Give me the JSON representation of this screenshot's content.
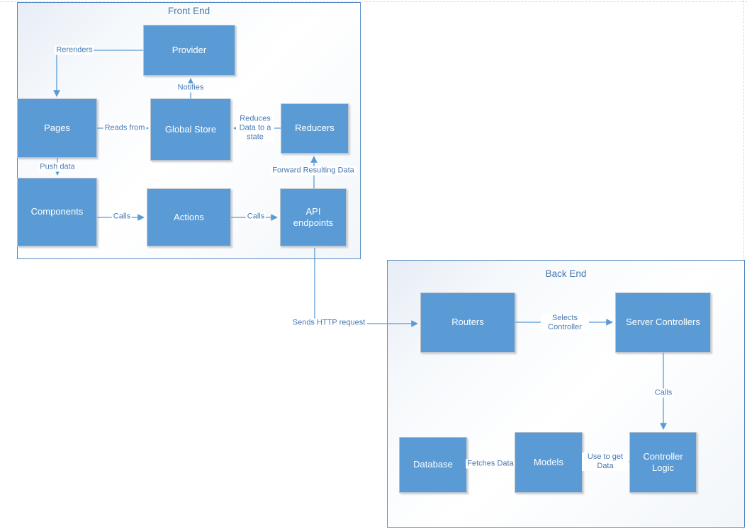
{
  "diagram": {
    "colors": {
      "node_fill": "#5b9bd5",
      "node_text": "#ffffff",
      "edge_line": "#5b9bd5",
      "edge_label_text": "#4778b3",
      "container_border": "#5488c1",
      "container_title_text": "#4a79ab",
      "page_guide_line": "#d8d8d8"
    },
    "containers": [
      {
        "id": "front-end",
        "title": "Front End"
      },
      {
        "id": "back-end",
        "title": "Back End"
      }
    ],
    "nodes": [
      {
        "id": "provider",
        "label": "Provider"
      },
      {
        "id": "pages",
        "label": "Pages"
      },
      {
        "id": "global-store",
        "label": "Global Store"
      },
      {
        "id": "reducers",
        "label": "Reducers"
      },
      {
        "id": "components",
        "label": "Components"
      },
      {
        "id": "actions",
        "label": "Actions"
      },
      {
        "id": "api-endpoints",
        "label": "API endpoints"
      },
      {
        "id": "routers",
        "label": "Routers"
      },
      {
        "id": "server-controllers",
        "label": "Server Controllers"
      },
      {
        "id": "controller-logic",
        "label": "Controller Logic"
      },
      {
        "id": "models",
        "label": "Models"
      },
      {
        "id": "database",
        "label": "Database"
      }
    ],
    "edges": [
      {
        "id": "rerenders",
        "label": "Rerenders",
        "from": "provider",
        "to": "pages"
      },
      {
        "id": "notifies",
        "label": "Notifies",
        "from": "global-store",
        "to": "provider"
      },
      {
        "id": "reads-from",
        "label": "Reads from",
        "from": "pages",
        "to": "global-store"
      },
      {
        "id": "reduces-data-to-a-state",
        "label": "Reduces Data to a state",
        "from": "reducers",
        "to": "global-store"
      },
      {
        "id": "push-data",
        "label": "Push data",
        "from": "pages",
        "to": "components"
      },
      {
        "id": "calls-components-actions",
        "label": "Calls",
        "from": "components",
        "to": "actions"
      },
      {
        "id": "calls-actions-api",
        "label": "Calls",
        "from": "actions",
        "to": "api-endpoints"
      },
      {
        "id": "forward-resulting-data",
        "label": "Forward Resulting Data",
        "from": "api-endpoints",
        "to": "reducers"
      },
      {
        "id": "sends-http-request",
        "label": "Sends HTTP request",
        "from": "api-endpoints",
        "to": "routers"
      },
      {
        "id": "selects-controller",
        "label": "Selects Controller",
        "from": "routers",
        "to": "server-controllers"
      },
      {
        "id": "calls-controller-logic",
        "label": "Calls",
        "from": "server-controllers",
        "to": "controller-logic"
      },
      {
        "id": "use-to-get-data",
        "label": "Use to get Data",
        "from": "controller-logic",
        "to": "models"
      },
      {
        "id": "fetches-data",
        "label": "Fetches Data",
        "from": "models",
        "to": "database"
      }
    ]
  }
}
